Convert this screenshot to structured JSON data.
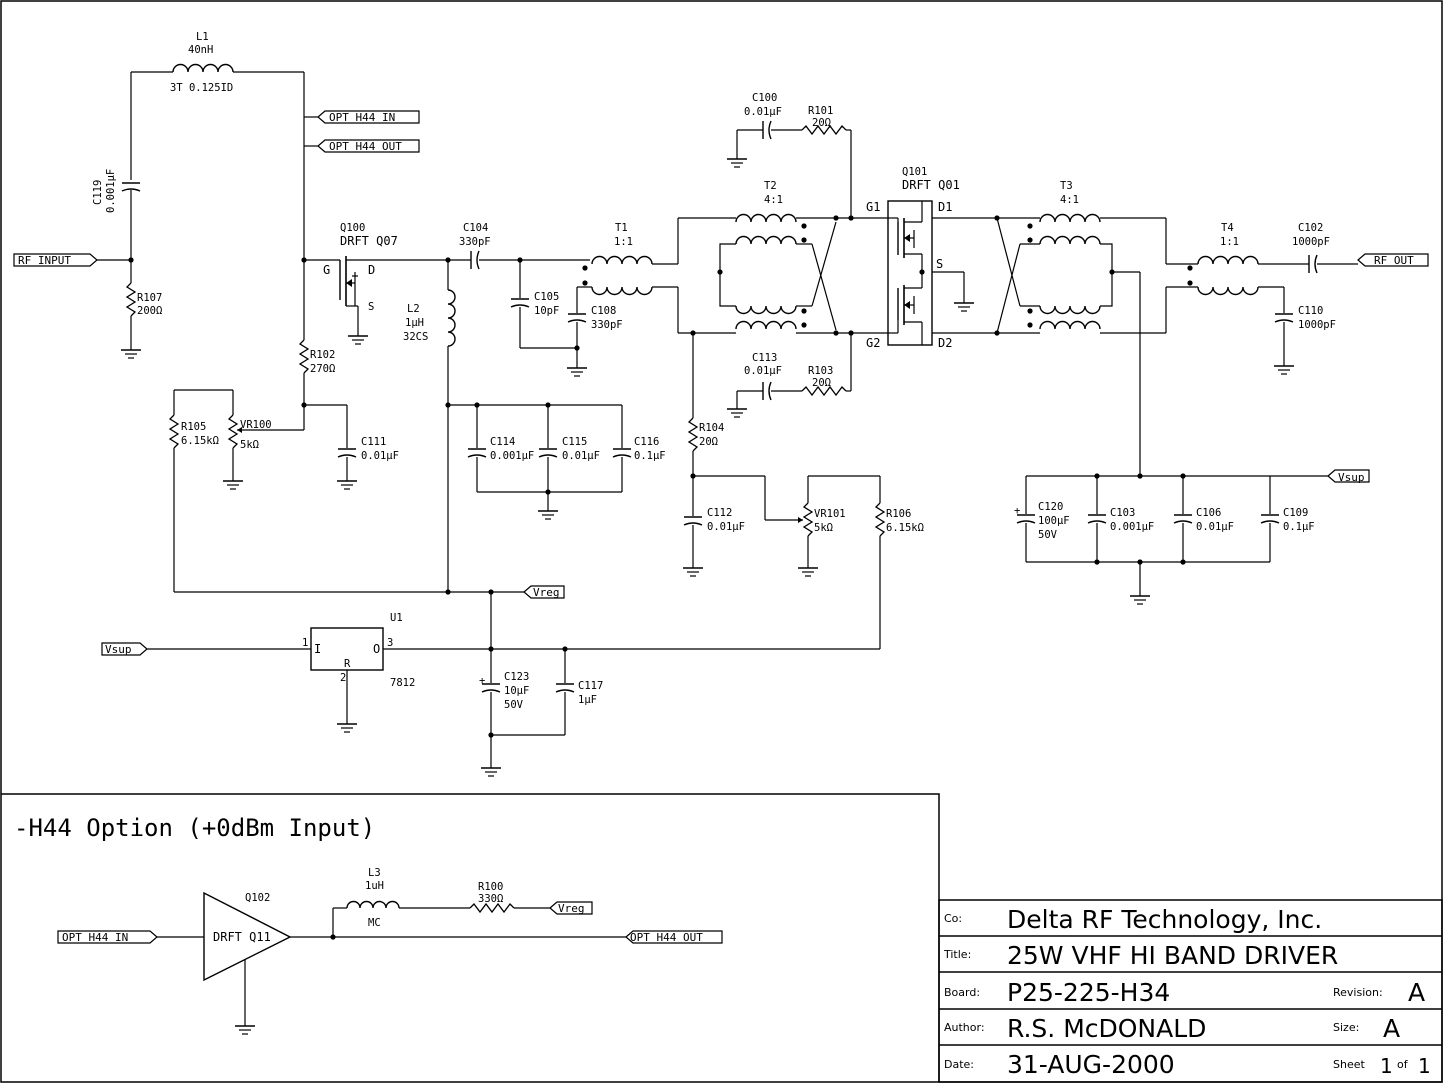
{
  "titleblock": {
    "co_label": "Co:",
    "co": "Delta RF Technology, Inc.",
    "title_label": "Title:",
    "title": "25W VHF HI BAND DRIVER",
    "board_label": "Board:",
    "board": "P25-225-H34",
    "revision_label": "Revision:",
    "revision": "A",
    "author_label": "Author:",
    "author": "R.S. McDONALD",
    "size_label": "Size:",
    "size": "A",
    "date_label": "Date:",
    "date": "31-AUG-2000",
    "sheet_label": "Sheet",
    "sheet": "1",
    "of_label": "of",
    "of": "1"
  },
  "option_title": "-H44 Option (+0dBm Input)",
  "ports": {
    "rf_input": "RF_INPUT",
    "rf_out": "RF_OUT",
    "opt_in": "OPT_H44_IN",
    "opt_out": "OPT_H44_OUT",
    "vsup": "Vsup",
    "vreg": "Vreg"
  },
  "components": {
    "L1": {
      "ref": "L1",
      "value": "40nH",
      "note": "3T 0.125ID"
    },
    "C119": {
      "ref": "C119",
      "value": "0.001µF"
    },
    "R107": {
      "ref": "R107",
      "value": "200Ω"
    },
    "Q100": {
      "ref": "Q100",
      "part": "DRFT Q07",
      "g": "G",
      "d": "D",
      "s": "S"
    },
    "C104": {
      "ref": "C104",
      "value": "330pF"
    },
    "L2": {
      "ref": "L2",
      "value": "1µH",
      "note": "32CS"
    },
    "R102": {
      "ref": "R102",
      "value": "270Ω"
    },
    "R105": {
      "ref": "R105",
      "value": "6.15kΩ"
    },
    "VR100": {
      "ref": "VR100",
      "value": "5kΩ"
    },
    "C111": {
      "ref": "C111",
      "value": "0.01µF"
    },
    "C114": {
      "ref": "C114",
      "value": "0.001µF"
    },
    "C115": {
      "ref": "C115",
      "value": "0.01µF"
    },
    "C116": {
      "ref": "C116",
      "value": "0.1µF"
    },
    "C105": {
      "ref": "C105",
      "value": "10pF"
    },
    "C108": {
      "ref": "C108",
      "value": "330pF"
    },
    "T1": {
      "ref": "T1",
      "ratio": "1:1"
    },
    "T2": {
      "ref": "T2",
      "ratio": "4:1"
    },
    "C100": {
      "ref": "C100",
      "value": "0.01µF"
    },
    "R101": {
      "ref": "R101",
      "value": "20Ω"
    },
    "C113": {
      "ref": "C113",
      "value": "0.01µF"
    },
    "R103": {
      "ref": "R103",
      "value": "20Ω"
    },
    "Q101": {
      "ref": "Q101",
      "part": "DRFT Q01",
      "g1": "G1",
      "g2": "G2",
      "d1": "D1",
      "d2": "D2",
      "s": "S"
    },
    "T3": {
      "ref": "T3",
      "ratio": "4:1"
    },
    "T4": {
      "ref": "T4",
      "ratio": "1:1"
    },
    "C102": {
      "ref": "C102",
      "value": "1000pF"
    },
    "C110": {
      "ref": "C110",
      "value": "1000pF"
    },
    "R104": {
      "ref": "R104",
      "value": "20Ω"
    },
    "C112": {
      "ref": "C112",
      "value": "0.01µF"
    },
    "VR101": {
      "ref": "VR101",
      "value": "5kΩ"
    },
    "R106": {
      "ref": "R106",
      "value": "6.15kΩ"
    },
    "C120": {
      "ref": "C120",
      "value": "100µF",
      "note": "50V",
      "plus": "+"
    },
    "C103": {
      "ref": "C103",
      "value": "0.001µF"
    },
    "C106": {
      "ref": "C106",
      "value": "0.01µF"
    },
    "C109": {
      "ref": "C109",
      "value": "0.1µF"
    },
    "U1": {
      "ref": "U1",
      "part": "7812",
      "pin1": "1",
      "pin2": "2",
      "pin3": "3",
      "in": "I",
      "out": "O",
      "ref_pin": "R"
    },
    "C123": {
      "ref": "C123",
      "value": "10µF",
      "note": "50V",
      "plus": "+"
    },
    "C117": {
      "ref": "C117",
      "value": "1µF"
    },
    "Q102": {
      "ref": "Q102",
      "part": "DRFT Q11"
    },
    "L3": {
      "ref": "L3",
      "value": "1uH",
      "note": "MC"
    },
    "R100": {
      "ref": "R100",
      "value": "330Ω"
    }
  }
}
